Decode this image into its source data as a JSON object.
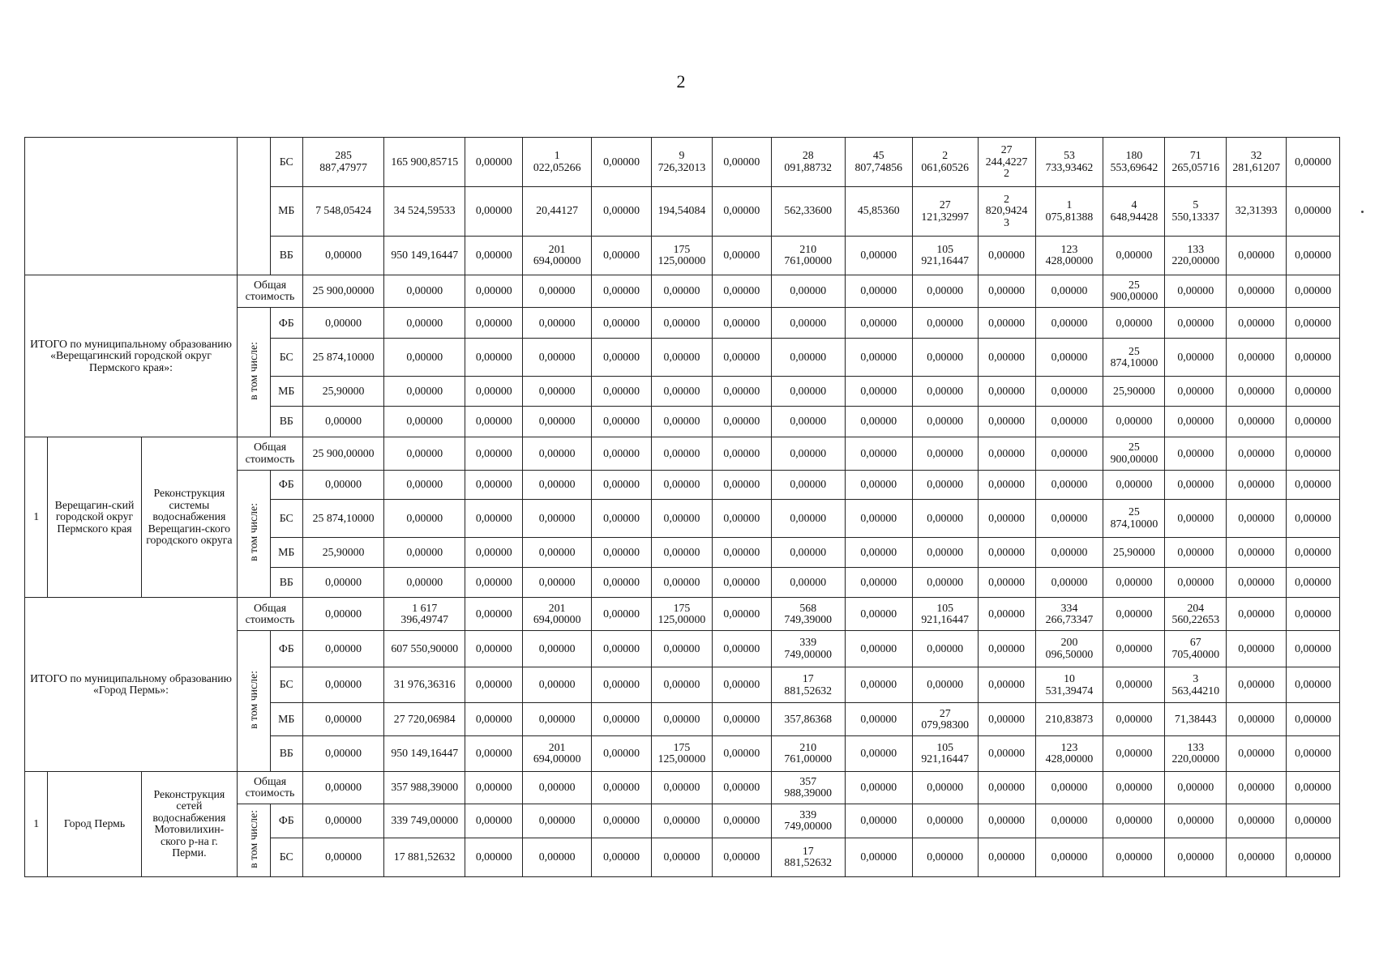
{
  "page_number": "2",
  "blocks": [
    {
      "title": "",
      "num": "",
      "municipality": "",
      "project": "",
      "sub_label": "",
      "rows": [
        {
          "type": "БС",
          "values": [
            "285\n887,47977",
            "165 900,85715",
            "0,00000",
            "1\n022,05266",
            "0,00000",
            "9\n726,32013",
            "0,00000",
            "28\n091,88732",
            "45\n807,74856",
            "2\n061,60526",
            "27\n244,4227\n2",
            "53\n733,93462",
            "180\n553,69642",
            "71\n265,05716",
            "32\n281,61207",
            "0,00000"
          ]
        },
        {
          "type": "МБ",
          "values": [
            "7 548,05424",
            "34 524,59533",
            "0,00000",
            "20,44127",
            "0,00000",
            "194,54084",
            "0,00000",
            "562,33600",
            "45,85360",
            "27\n121,32997",
            "2\n820,9424\n3",
            "1\n075,81388",
            "4\n648,94428",
            "5\n550,13337",
            "32,31393",
            "0,00000"
          ]
        },
        {
          "type": "ВБ",
          "values": [
            "0,00000",
            "950 149,16447",
            "0,00000",
            "201\n694,00000",
            "0,00000",
            "175\n125,00000",
            "0,00000",
            "210\n761,00000",
            "0,00000",
            "105\n921,16447",
            "0,00000",
            "123\n428,00000",
            "0,00000",
            "133\n220,00000",
            "0,00000",
            "0,00000"
          ]
        }
      ]
    },
    {
      "title": "ИТОГО по муниципальному образованию «Верещагинский городской округ Пермского края»:",
      "num": "",
      "municipality": "",
      "project": "",
      "sub_label": "в том числе:",
      "rows": [
        {
          "type": "Общая стоимость",
          "values": [
            "25 900,00000",
            "0,00000",
            "0,00000",
            "0,00000",
            "0,00000",
            "0,00000",
            "0,00000",
            "0,00000",
            "0,00000",
            "0,00000",
            "0,00000",
            "0,00000",
            "25\n900,00000",
            "0,00000",
            "0,00000",
            "0,00000"
          ]
        },
        {
          "type": "ФБ",
          "values": [
            "0,00000",
            "0,00000",
            "0,00000",
            "0,00000",
            "0,00000",
            "0,00000",
            "0,00000",
            "0,00000",
            "0,00000",
            "0,00000",
            "0,00000",
            "0,00000",
            "0,00000",
            "0,00000",
            "0,00000",
            "0,00000"
          ]
        },
        {
          "type": "БС",
          "values": [
            "25 874,10000",
            "0,00000",
            "0,00000",
            "0,00000",
            "0,00000",
            "0,00000",
            "0,00000",
            "0,00000",
            "0,00000",
            "0,00000",
            "0,00000",
            "0,00000",
            "25\n874,10000",
            "0,00000",
            "0,00000",
            "0,00000"
          ]
        },
        {
          "type": "МБ",
          "values": [
            "25,90000",
            "0,00000",
            "0,00000",
            "0,00000",
            "0,00000",
            "0,00000",
            "0,00000",
            "0,00000",
            "0,00000",
            "0,00000",
            "0,00000",
            "0,00000",
            "25,90000",
            "0,00000",
            "0,00000",
            "0,00000"
          ]
        },
        {
          "type": "ВБ",
          "values": [
            "0,00000",
            "0,00000",
            "0,00000",
            "0,00000",
            "0,00000",
            "0,00000",
            "0,00000",
            "0,00000",
            "0,00000",
            "0,00000",
            "0,00000",
            "0,00000",
            "0,00000",
            "0,00000",
            "0,00000",
            "0,00000"
          ]
        }
      ]
    },
    {
      "title": "",
      "num": "1",
      "municipality": "Верещагин-ский городской округ Пермского края",
      "project": "Реконструкция системы водоснабжения Верещагин-ского городского округа",
      "sub_label": "в том числе:",
      "rows": [
        {
          "type": "Общая стоимость",
          "values": [
            "25 900,00000",
            "0,00000",
            "0,00000",
            "0,00000",
            "0,00000",
            "0,00000",
            "0,00000",
            "0,00000",
            "0,00000",
            "0,00000",
            "0,00000",
            "0,00000",
            "25\n900,00000",
            "0,00000",
            "0,00000",
            "0,00000"
          ]
        },
        {
          "type": "ФБ",
          "values": [
            "0,00000",
            "0,00000",
            "0,00000",
            "0,00000",
            "0,00000",
            "0,00000",
            "0,00000",
            "0,00000",
            "0,00000",
            "0,00000",
            "0,00000",
            "0,00000",
            "0,00000",
            "0,00000",
            "0,00000",
            "0,00000"
          ]
        },
        {
          "type": "БС",
          "values": [
            "25 874,10000",
            "0,00000",
            "0,00000",
            "0,00000",
            "0,00000",
            "0,00000",
            "0,00000",
            "0,00000",
            "0,00000",
            "0,00000",
            "0,00000",
            "0,00000",
            "25\n874,10000",
            "0,00000",
            "0,00000",
            "0,00000"
          ]
        },
        {
          "type": "МБ",
          "values": [
            "25,90000",
            "0,00000",
            "0,00000",
            "0,00000",
            "0,00000",
            "0,00000",
            "0,00000",
            "0,00000",
            "0,00000",
            "0,00000",
            "0,00000",
            "0,00000",
            "25,90000",
            "0,00000",
            "0,00000",
            "0,00000"
          ]
        },
        {
          "type": "ВБ",
          "values": [
            "0,00000",
            "0,00000",
            "0,00000",
            "0,00000",
            "0,00000",
            "0,00000",
            "0,00000",
            "0,00000",
            "0,00000",
            "0,00000",
            "0,00000",
            "0,00000",
            "0,00000",
            "0,00000",
            "0,00000",
            "0,00000"
          ]
        }
      ]
    },
    {
      "title": "ИТОГО по муниципальному образованию «Город Пермь»:",
      "num": "",
      "municipality": "",
      "project": "",
      "sub_label": "в том числе:",
      "rows": [
        {
          "type": "Общая стоимость",
          "values": [
            "0,00000",
            "1 617\n396,49747",
            "0,00000",
            "201\n694,00000",
            "0,00000",
            "175\n125,00000",
            "0,00000",
            "568\n749,39000",
            "0,00000",
            "105\n921,16447",
            "0,00000",
            "334\n266,73347",
            "0,00000",
            "204\n560,22653",
            "0,00000",
            "0,00000"
          ]
        },
        {
          "type": "ФБ",
          "values": [
            "0,00000",
            "607 550,90000",
            "0,00000",
            "0,00000",
            "0,00000",
            "0,00000",
            "0,00000",
            "339\n749,00000",
            "0,00000",
            "0,00000",
            "0,00000",
            "200\n096,50000",
            "0,00000",
            "67\n705,40000",
            "0,00000",
            "0,00000"
          ]
        },
        {
          "type": "БС",
          "values": [
            "0,00000",
            "31 976,36316",
            "0,00000",
            "0,00000",
            "0,00000",
            "0,00000",
            "0,00000",
            "17\n881,52632",
            "0,00000",
            "0,00000",
            "0,00000",
            "10\n531,39474",
            "0,00000",
            "3\n563,44210",
            "0,00000",
            "0,00000"
          ]
        },
        {
          "type": "МБ",
          "values": [
            "0,00000",
            "27 720,06984",
            "0,00000",
            "0,00000",
            "0,00000",
            "0,00000",
            "0,00000",
            "357,86368",
            "0,00000",
            "27\n079,98300",
            "0,00000",
            "210,83873",
            "0,00000",
            "71,38443",
            "0,00000",
            "0,00000"
          ]
        },
        {
          "type": "ВБ",
          "values": [
            "0,00000",
            "950 149,16447",
            "0,00000",
            "201\n694,00000",
            "0,00000",
            "175\n125,00000",
            "0,00000",
            "210\n761,00000",
            "0,00000",
            "105\n921,16447",
            "0,00000",
            "123\n428,00000",
            "0,00000",
            "133\n220,00000",
            "0,00000",
            "0,00000"
          ]
        }
      ]
    },
    {
      "title": "",
      "num": "1",
      "municipality": "Город Пермь",
      "project": "Реконструкция сетей водоснабжения Мотовилихин-ского р-на г. Перми.",
      "sub_label": "в том числе:",
      "rows": [
        {
          "type": "Общая стоимость",
          "values": [
            "0,00000",
            "357 988,39000",
            "0,00000",
            "0,00000",
            "0,00000",
            "0,00000",
            "0,00000",
            "357\n988,39000",
            "0,00000",
            "0,00000",
            "0,00000",
            "0,00000",
            "0,00000",
            "0,00000",
            "0,00000",
            "0,00000"
          ]
        },
        {
          "type": "ФБ",
          "values": [
            "0,00000",
            "339 749,00000",
            "0,00000",
            "0,00000",
            "0,00000",
            "0,00000",
            "0,00000",
            "339\n749,00000",
            "0,00000",
            "0,00000",
            "0,00000",
            "0,00000",
            "0,00000",
            "0,00000",
            "0,00000",
            "0,00000"
          ]
        },
        {
          "type": "БС",
          "values": [
            "0,00000",
            "17 881,52632",
            "0,00000",
            "0,00000",
            "0,00000",
            "0,00000",
            "0,00000",
            "17\n881,52632",
            "0,00000",
            "0,00000",
            "0,00000",
            "0,00000",
            "0,00000",
            "0,00000",
            "0,00000",
            "0,00000"
          ]
        }
      ]
    }
  ]
}
